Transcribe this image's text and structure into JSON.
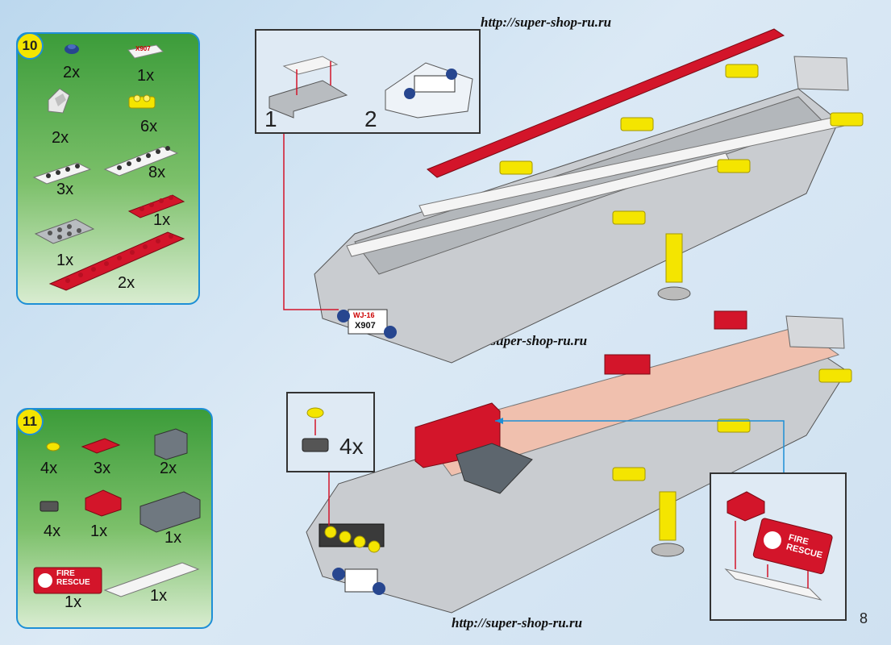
{
  "urls": {
    "top": "http://super-shop-ru.ru",
    "middle": "http://super-shop-ru.ru",
    "bottom": "http://super-shop-ru.ru"
  },
  "page_number": "8",
  "step10": {
    "number": "10",
    "quantities": {
      "round_blue": "2x",
      "plate_label": "1x",
      "slope_white": "2x",
      "yellow_clip": "6x",
      "white_1x6": "8x",
      "white_1x4": "3x",
      "red_1x4": "1x",
      "gray_2x4": "1x",
      "red_1x10": "2x"
    },
    "plate_label_text": "X907"
  },
  "step11": {
    "number": "11",
    "quantities": {
      "yellow_round": "4x",
      "red_grille": "3x",
      "dark_brick": "2x",
      "dark_clip": "4x",
      "red_slope": "1x",
      "dark_1x3": "1x",
      "fire_brick": "1x",
      "white_1x6": "1x"
    },
    "fire_line1": "FIRE",
    "fire_line2": "RESCUE"
  },
  "inset_a": {
    "label1": "1",
    "label2": "2"
  },
  "inset_b": {
    "qty": "4x"
  },
  "inset_c": {
    "fire_line1": "FIRE",
    "fire_line2": "RESCUE"
  },
  "trucks": {
    "plate_top": "WJ-16",
    "plate_bottom": "X907"
  },
  "colors": {
    "accent": "#1e8fd6",
    "red": "#d3152a",
    "yellow": "#f4e500",
    "gray": "#b8bcc0",
    "white": "#f4f4f4"
  }
}
